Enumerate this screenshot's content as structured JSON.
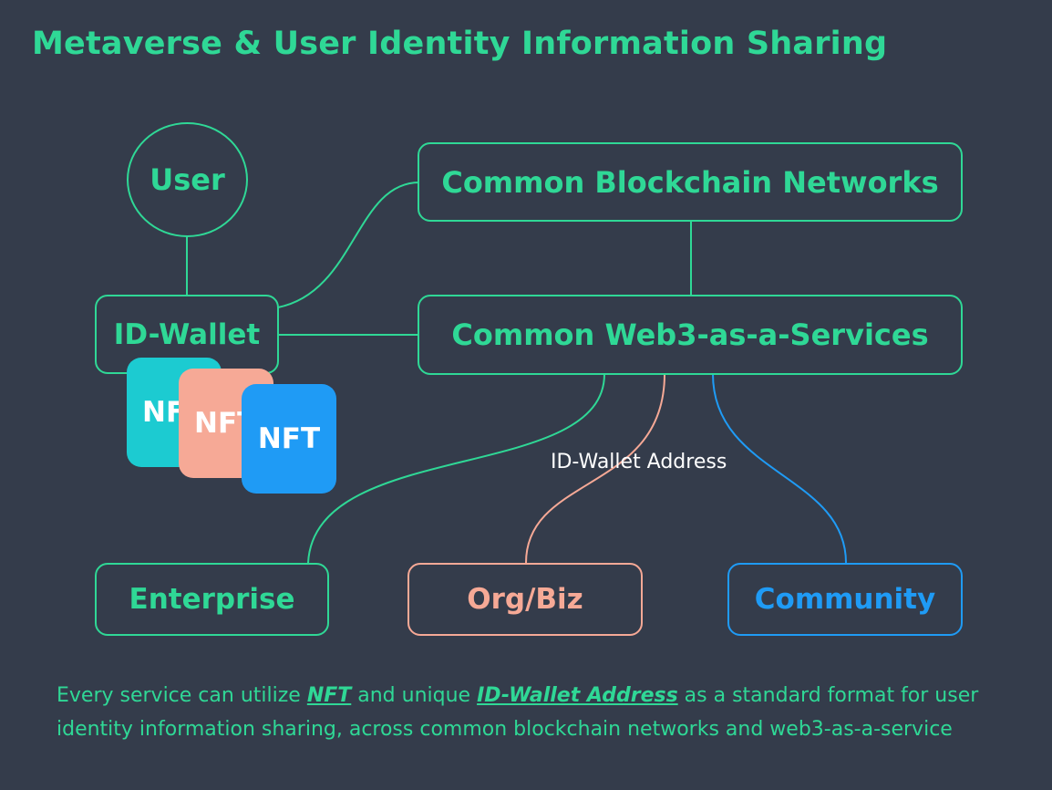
{
  "title": "Metaverse & User Identity Information Sharing",
  "nodes": {
    "user": "User",
    "id_wallet": "ID-Wallet",
    "blockchain": "Common Blockchain Networks",
    "web3": "Common Web3-as-a-Services",
    "enterprise": "Enterprise",
    "orgbiz": "Org/Biz",
    "community": "Community"
  },
  "nft_cards": [
    "NFT",
    "NFT",
    "NFT"
  ],
  "edge_label": "ID-Wallet Address",
  "caption": {
    "part1": "Every service can utilize ",
    "nft": "NFT",
    "part2": " and unique ",
    "address": "ID-Wallet Address",
    "part3": " as a standard format for user identity information sharing, across common blockchain networks and web3-as-a-service"
  },
  "colors": {
    "background": "#343c4b",
    "green": "#2fd896",
    "salmon": "#f6a996",
    "blue": "#1f9bf5",
    "teal": "#1ccbd1"
  }
}
